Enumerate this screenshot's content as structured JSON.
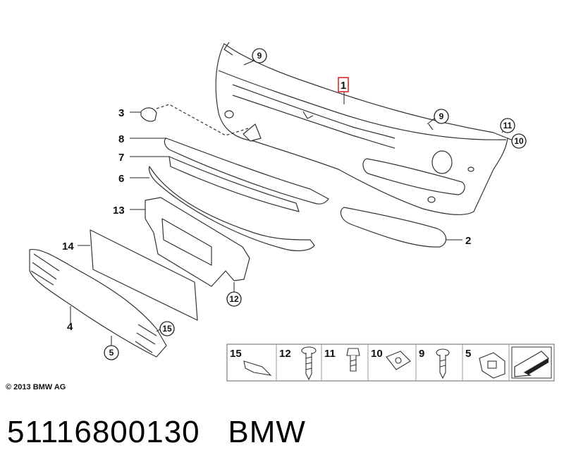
{
  "callouts": {
    "c1": "1",
    "c2": "2",
    "c3": "3",
    "c4": "4",
    "c5": "5",
    "c6": "6",
    "c7": "7",
    "c8": "8",
    "c9a": "9",
    "c9b": "9",
    "c10": "10",
    "c11": "11",
    "c12": "12",
    "c13": "13",
    "c14": "14",
    "c15": "15"
  },
  "legend": {
    "items": [
      "15",
      "12",
      "11",
      "10",
      "9",
      "5"
    ]
  },
  "footer": {
    "copyright": "© 2013 BMW AG",
    "part_number": "51116800130",
    "brand": "BMW"
  },
  "colors": {
    "callout_box": "#d0201c",
    "line": "#222222",
    "fill": "#ffffff"
  }
}
